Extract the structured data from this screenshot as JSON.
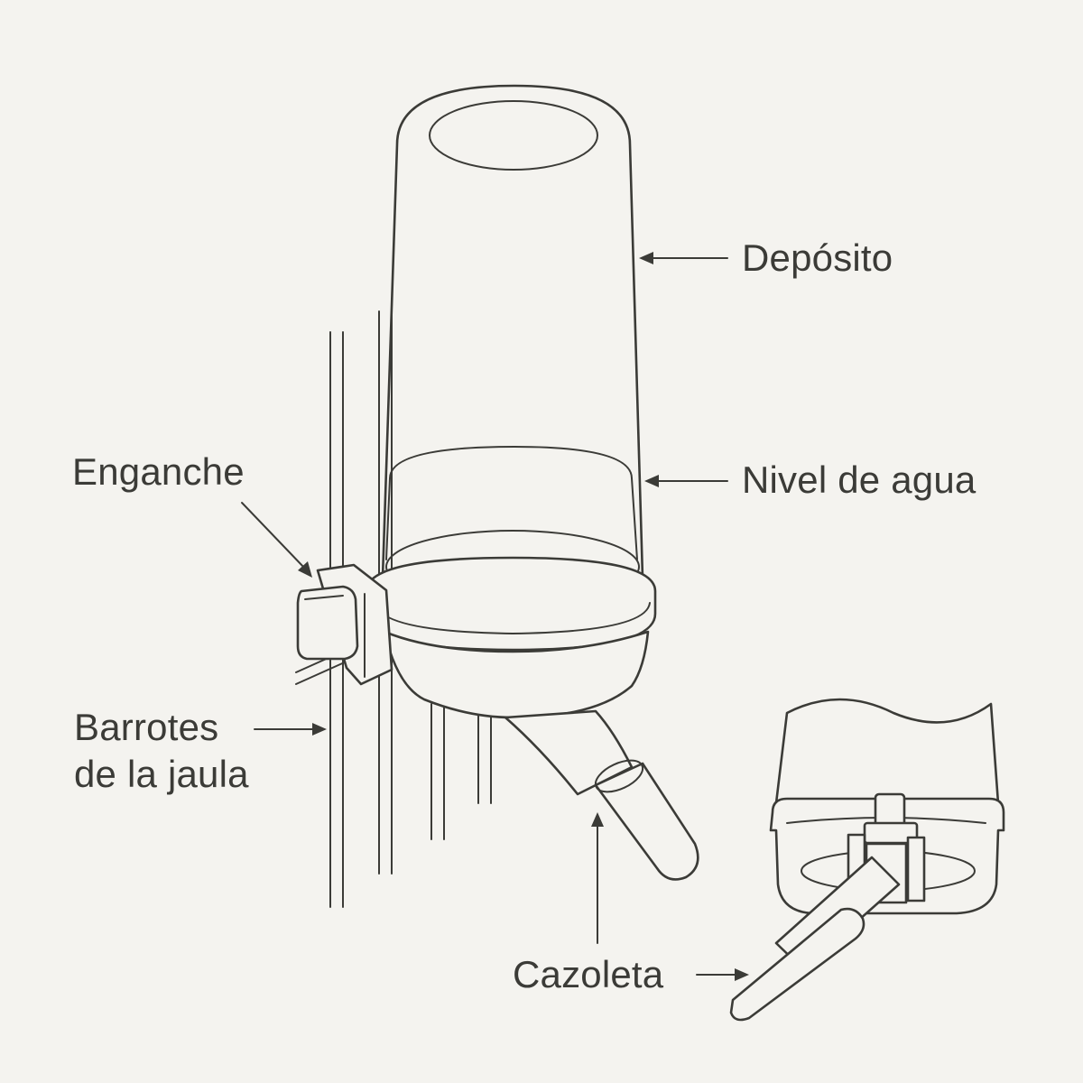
{
  "labels": {
    "deposito": "Depósito",
    "nivel_agua": "Nivel de agua",
    "enganche": "Enganche",
    "barrotes_line1": "Barrotes",
    "barrotes_line2": "de la jaula",
    "cazoleta": "Cazoleta"
  },
  "colors": {
    "background": "#f4f3ef",
    "ink": "#3b3b37"
  }
}
